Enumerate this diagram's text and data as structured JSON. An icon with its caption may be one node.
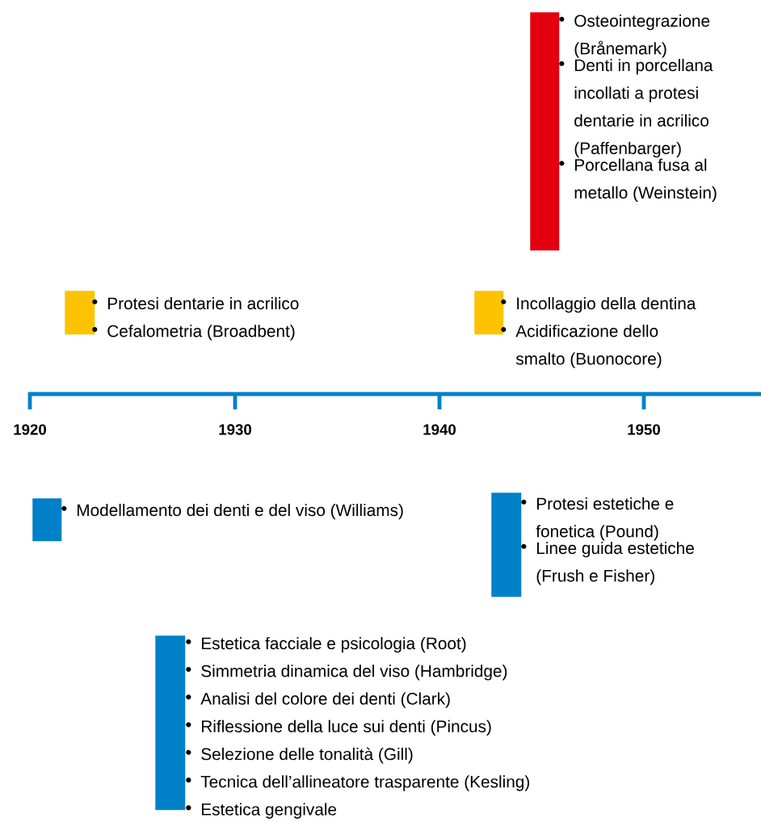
{
  "diagram": {
    "nodes": [
      {
        "text": [
          "Osteointegrazione (Brånemark)",
          "Denti in porcellana incollati a protesi dentarie in acrilico (Paffenbarger)",
          "Porcellana fusa al metallo (Weinstein)"
        ]
      },
      {
        "text": [
          "Protesi dentarie in acrilico",
          "Cefalometria (Broadbent)"
        ]
      },
      {
        "text": [
          "Incollaggio della dentina",
          "Acidificazione dello smalto (Buonocore)"
        ]
      },
      {
        "text": [
          "Modellamento dei denti e del viso (Williams)"
        ]
      },
      {
        "text": [
          "Protesi estetiche e fonetica (Pound)",
          "Linee guida estetiche (Frush e Fisher)"
        ]
      },
      {
        "text": [
          "Estetica facciale e psicologia (Root)",
          "Simmetria dinamica del viso (Hambridge)",
          "Analisi del colore dei denti (Clark)",
          "Riflessione della luce sui denti (Pincus)",
          "Selezione delle tonalità (Gill)",
          "Tecnica dell’allineatore trasparente (Kesling)",
          "Estetica gengivale"
        ]
      }
    ],
    "labels": [
      "1920",
      "1930",
      "1940",
      "1950"
    ]
  }
}
